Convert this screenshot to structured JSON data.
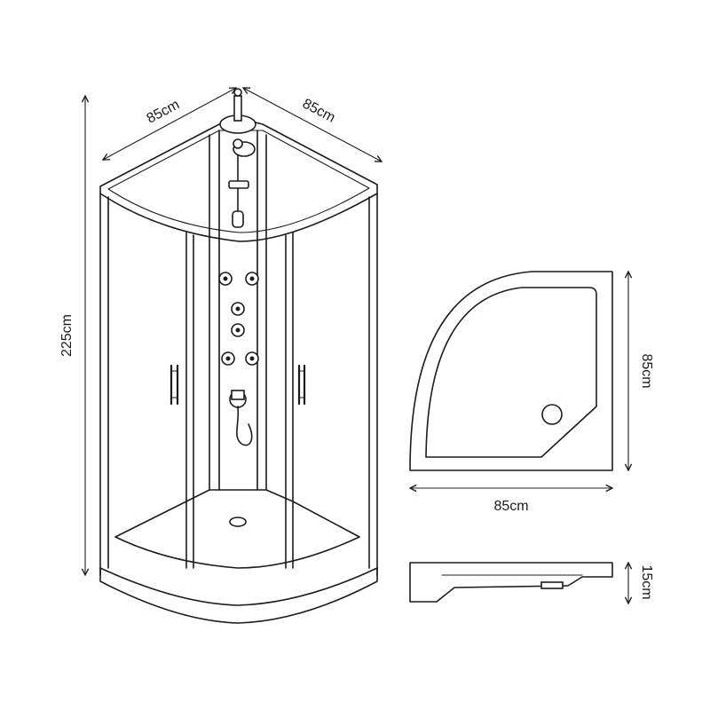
{
  "dimensions": {
    "cabin_width_left": "85cm",
    "cabin_width_right": "85cm",
    "cabin_height": "225cm",
    "tray_depth": "85cm",
    "tray_width": "85cm",
    "tray_height": "15cm"
  }
}
